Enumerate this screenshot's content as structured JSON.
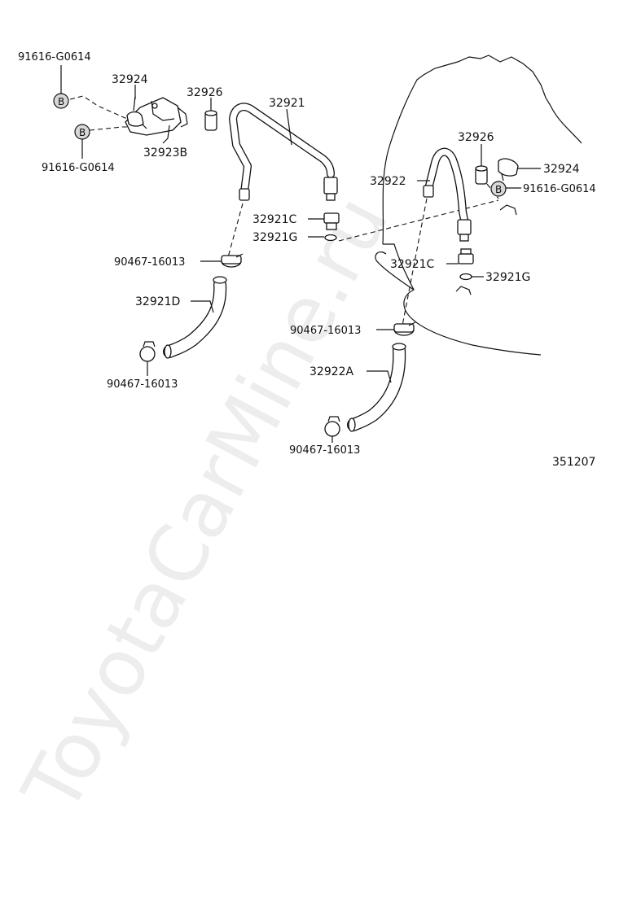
{
  "watermark": "ToyotaCarMine.ru",
  "diagram_code": "351207",
  "marker_letter": "B",
  "labels": {
    "bolt_top_left": "91616-G0614",
    "clamp_left": "32924",
    "sleeve_left": "32926",
    "tube_left": "32921",
    "bracket_left": "32923B",
    "bolt_left_lower": "91616-G0614",
    "union_left": "32921C",
    "gasket_left": "32921G",
    "clip_left_upper": "90467-16013",
    "hose_left": "32921D",
    "clip_left_lower": "90467-16013",
    "sleeve_right": "32926",
    "tube_right": "32922",
    "clamp_right": "32924",
    "bolt_right": "91616-G0614",
    "union_right": "32921C",
    "gasket_right": "32921G",
    "clip_right_upper": "90467-16013",
    "hose_right": "32922A",
    "clip_right_lower": "90467-16013"
  }
}
